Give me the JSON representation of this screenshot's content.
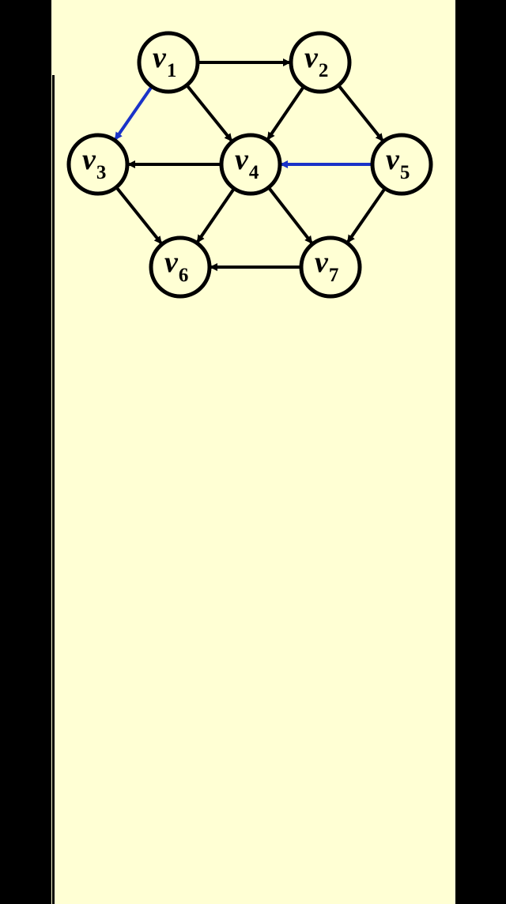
{
  "graph": {
    "colors": {
      "background": "#FFFFD4",
      "edge_default": "#000000",
      "edge_highlight": "#1A33C8"
    },
    "nodes": [
      {
        "id": "v1",
        "letter": "v",
        "sub": "1"
      },
      {
        "id": "v2",
        "letter": "v",
        "sub": "2"
      },
      {
        "id": "v3",
        "letter": "v",
        "sub": "3"
      },
      {
        "id": "v4",
        "letter": "v",
        "sub": "4"
      },
      {
        "id": "v5",
        "letter": "v",
        "sub": "5"
      },
      {
        "id": "v6",
        "letter": "v",
        "sub": "6"
      },
      {
        "id": "v7",
        "letter": "v",
        "sub": "7"
      }
    ],
    "edges": [
      {
        "from": "v1",
        "to": "v2",
        "highlight": false
      },
      {
        "from": "v1",
        "to": "v3",
        "highlight": true
      },
      {
        "from": "v1",
        "to": "v4",
        "highlight": false
      },
      {
        "from": "v2",
        "to": "v4",
        "highlight": false
      },
      {
        "from": "v2",
        "to": "v5",
        "highlight": false
      },
      {
        "from": "v4",
        "to": "v3",
        "highlight": false
      },
      {
        "from": "v5",
        "to": "v4",
        "highlight": true
      },
      {
        "from": "v3",
        "to": "v6",
        "highlight": false
      },
      {
        "from": "v4",
        "to": "v6",
        "highlight": false
      },
      {
        "from": "v4",
        "to": "v7",
        "highlight": false
      },
      {
        "from": "v5",
        "to": "v7",
        "highlight": false
      },
      {
        "from": "v7",
        "to": "v6",
        "highlight": false
      }
    ]
  }
}
